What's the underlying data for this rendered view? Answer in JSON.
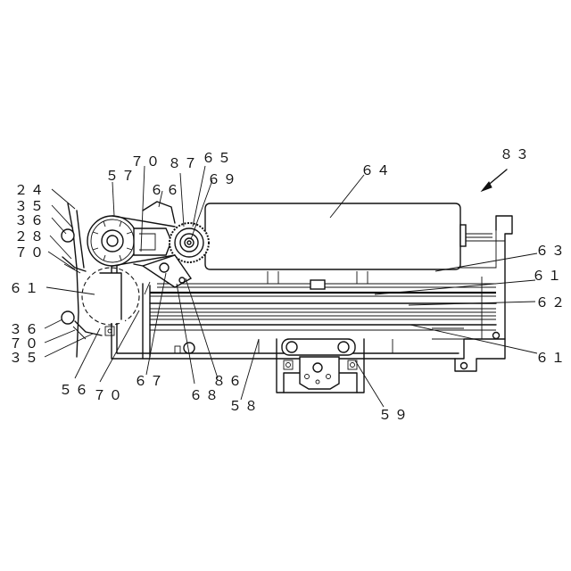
{
  "labels": {
    "l24": "２４",
    "l35a": "３５",
    "l36a": "３６",
    "l28": "２８",
    "l70a": "７０",
    "l61a": "６１",
    "l36b": "３６",
    "l70b": "７０",
    "l35b": "３５",
    "l56": "５６",
    "l70c": "７０",
    "l57": "５７",
    "l70d": "７０",
    "l66": "６６",
    "l87": "８７",
    "l65": "６５",
    "l69": "６９",
    "l64": "６４",
    "l83": "８３",
    "l63": "６３",
    "l61b": "６１",
    "l62": "６２",
    "l61c": "６１",
    "l67": "６７",
    "l68": "６８",
    "l86": "８６",
    "l58": "５８",
    "l59": "５９"
  }
}
